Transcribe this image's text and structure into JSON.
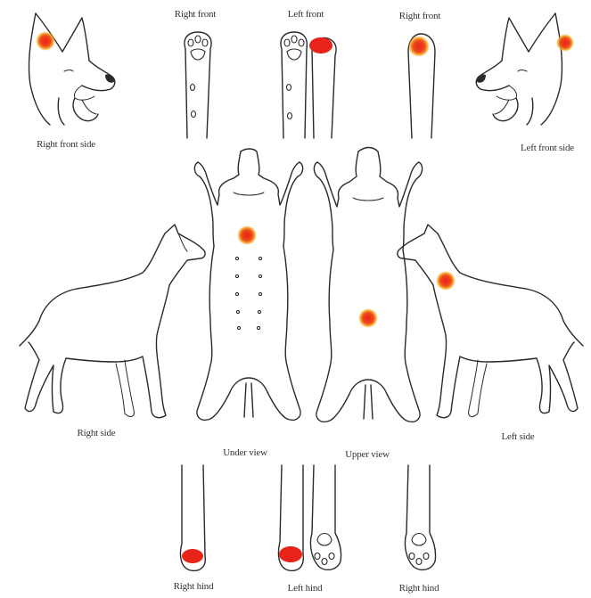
{
  "labels": {
    "right_front_side": "Right front side",
    "left_front_side": "Left front side",
    "right_front_1": "Right front",
    "left_front": "Left front",
    "right_front_2": "Right front",
    "right_side": "Right side",
    "left_side": "Left side",
    "under_view": "Under view",
    "upper_view": "Upper view",
    "right_hind_1": "Right hind",
    "left_hind": "Left hind",
    "right_hind_2": "Right hind"
  },
  "colors": {
    "marker_fill": "#e8231a",
    "marker_glow": "#f5a623",
    "outline": "#2a2a2a"
  }
}
